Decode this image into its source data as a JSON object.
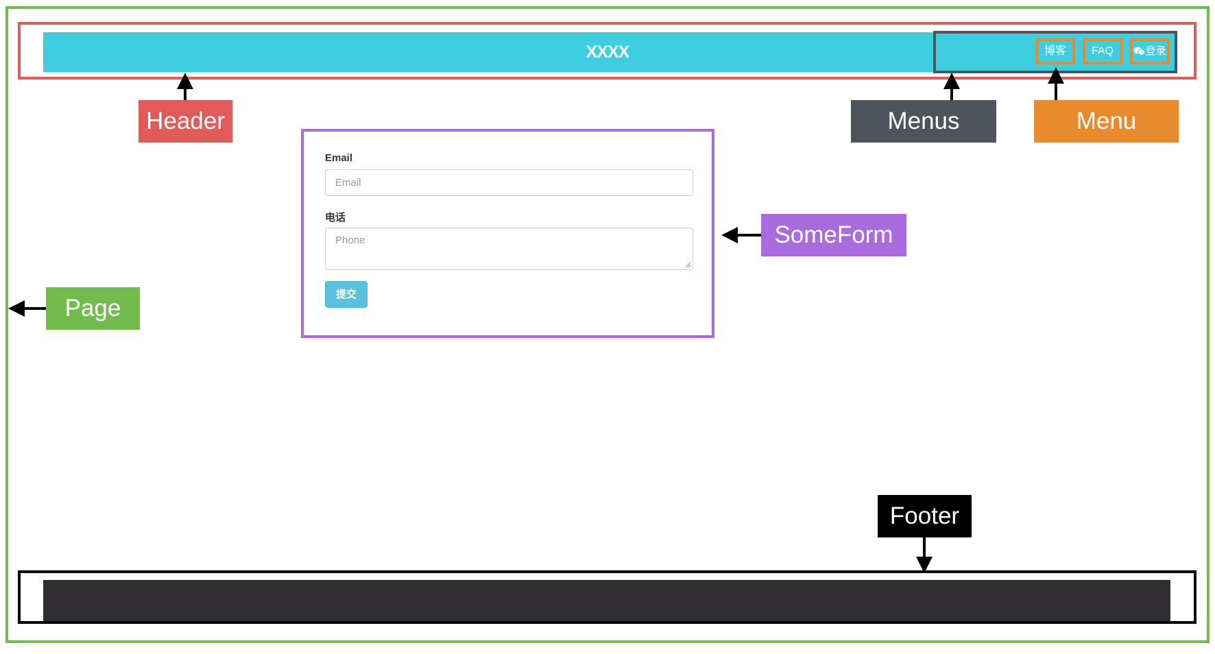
{
  "header": {
    "site_title": "XXXX",
    "menus": {
      "blog": "博客",
      "faq": "FAQ",
      "login": "登录"
    },
    "bar_color": "#3dcfdf"
  },
  "form": {
    "email_label": "Email",
    "email_placeholder": "Email",
    "phone_label": "电话",
    "phone_placeholder": "Phone",
    "submit_label": "提交",
    "submit_color": "#5bc0de"
  },
  "footer": {
    "bar_color": "#302d33"
  },
  "callouts": {
    "header": "Header",
    "menus": "Menus",
    "menu": "Menu",
    "someform": "SomeForm",
    "page": "Page",
    "footer": "Footer"
  },
  "colors": {
    "page": "#72bb4d",
    "header": "#e05b59",
    "menus": "#4f545c",
    "menu": "#ea8a2e",
    "someform": "#aa6bdf",
    "footer": "#000000"
  },
  "icons": {
    "login_icon": "wechat-icon"
  }
}
